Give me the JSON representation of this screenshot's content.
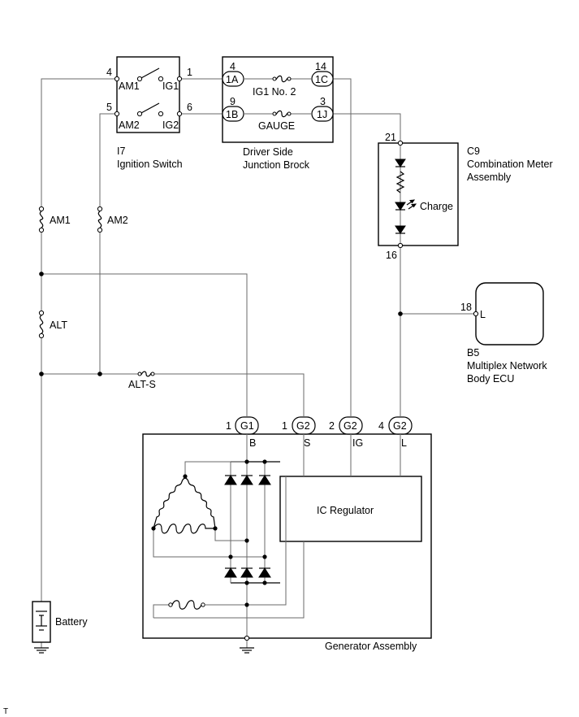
{
  "ignition_switch": {
    "id": "I7",
    "name": "Ignition Switch",
    "am1": "AM1",
    "ig1": "IG1",
    "am2": "AM2",
    "ig2": "IG2",
    "pin_am1": "4",
    "pin_ig1": "1",
    "pin_am2": "5",
    "pin_ig2": "6"
  },
  "junction_block": {
    "name_line1": "Driver Side",
    "name_line2": "Junction Brock",
    "conn_1a": "1A",
    "conn_1b": "1B",
    "conn_1c": "1C",
    "conn_1j": "1J",
    "pin_1a": "4",
    "pin_1b": "9",
    "pin_1c": "14",
    "pin_1j": "3",
    "fuse_ig1": "IG1 No. 2",
    "fuse_gauge": "GAUGE"
  },
  "combination_meter": {
    "id": "C9",
    "name_line1": "Combination Meter",
    "name_line2": "Assembly",
    "pin_top": "21",
    "pin_bottom": "16",
    "lamp": "Charge"
  },
  "body_ecu": {
    "id": "B5",
    "name_line1": "Multiplex Network",
    "name_line2": "Body ECU",
    "pin": "18",
    "terminal": "L"
  },
  "fuses": {
    "am1": "AM1",
    "am2": "AM2",
    "alt": "ALT",
    "alt_s": "ALT-S"
  },
  "generator": {
    "name": "Generator Assembly",
    "regulator": "IC Regulator",
    "connectors": [
      {
        "pin": "1",
        "conn": "G1",
        "terminal": "B"
      },
      {
        "pin": "1",
        "conn": "G2",
        "terminal": "S"
      },
      {
        "pin": "2",
        "conn": "G2",
        "terminal": "IG"
      },
      {
        "pin": "4",
        "conn": "G2",
        "terminal": "L"
      }
    ]
  },
  "battery": "Battery",
  "footer_mark": "T"
}
